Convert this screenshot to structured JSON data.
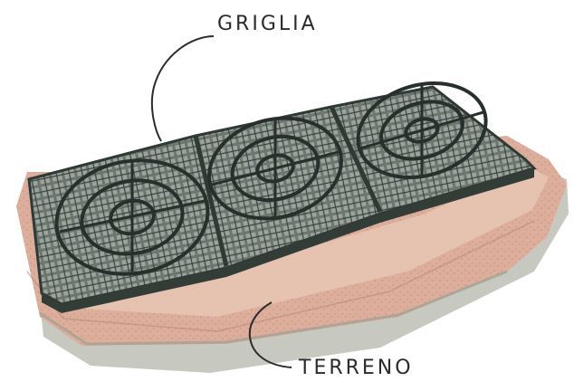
{
  "labels": {
    "grid": "GRIGLIA",
    "ground": "TERRENO"
  },
  "colors": {
    "soil_top": "#e6c0ae",
    "soil_mid": "#d8a894",
    "soil_base": "#c4c6bd",
    "grid_dark": "#2f3a35",
    "grid_mid": "#5e6b64",
    "ink": "#2b2b2b"
  },
  "tiles": 3
}
